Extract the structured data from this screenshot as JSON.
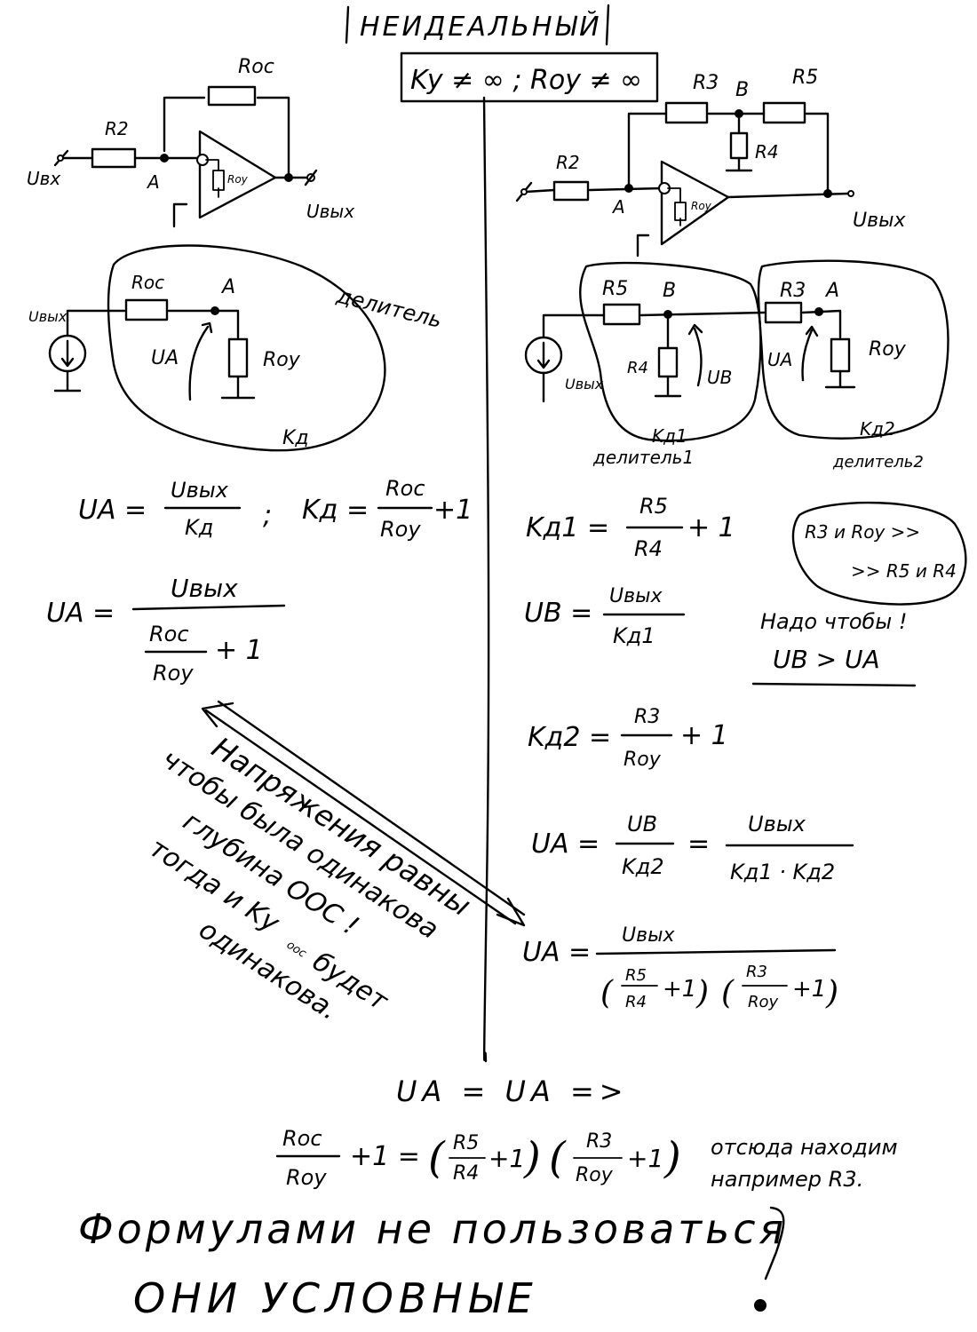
{
  "header": {
    "title": "НЕИДЕАЛЬНЫЙ",
    "condition": "Ky ≠ ∞ ; Roy ≠ ∞"
  },
  "left": {
    "circuit": {
      "roc": "Roc",
      "r2": "R2",
      "uvx": "Uвх",
      "node_a": "A",
      "roy": "Roy",
      "uvyx": "Uвых"
    },
    "divider": {
      "label": "делитель",
      "source": "Uвых",
      "roc": "Roc",
      "node_a": "A",
      "ua": "UA",
      "roy": "Roy",
      "kd": "Kд"
    },
    "formulas": {
      "f1_lhs": "UA =",
      "f1_num": "Uвых",
      "f1_den": "Kд",
      "f1_sep": ";",
      "f1_k": "Kд =",
      "f1_knum": "Roc",
      "f1_kden": "Roy",
      "f1_plus": "+1",
      "f2_lhs": "UA =",
      "f2_num": "Uвых",
      "f2_inner_num": "Roc",
      "f2_inner_den": "Roy",
      "f2_plus": "+ 1"
    },
    "note": [
      "Напряжения равны",
      "чтобы была одинакова",
      "глубина ООС !",
      "тогда и Kу",
      "ooc",
      "будет",
      "одинакова."
    ]
  },
  "right": {
    "circuit": {
      "r3": "R3",
      "b": "B",
      "r5": "R5",
      "r4": "R4",
      "r2": "R2",
      "node_a": "A",
      "roy": "Roy",
      "uvyx": "Uвых"
    },
    "divider": {
      "r5": "R5",
      "b": "B",
      "r3": "R3",
      "a": "A",
      "source": "Uвых",
      "r4": "R4",
      "ub": "UB",
      "ua": "UA",
      "roy": "Roy",
      "kd1": "Kд1",
      "kd2": "Kд2",
      "label1": "делитель1",
      "label2": "делитель2"
    },
    "condition_bubble": [
      "R3 и Roy >>",
      ">> R5 и R4"
    ],
    "need_note": [
      "Надо чтобы !",
      "UB > UA"
    ],
    "formulas": {
      "kd1_lhs": "Kд1 =",
      "kd1_num": "R5",
      "kd1_den": "R4",
      "kd1_plus": "+ 1",
      "ub_lhs": "UB =",
      "ub_num": "Uвых",
      "ub_den": "Kд1",
      "kd2_lhs": "Kд2 =",
      "kd2_num": "R3",
      "kd2_den": "Roy",
      "kd2_plus": "+ 1",
      "ua_lhs": "UA =",
      "ua_num1": "UB",
      "ua_den1": "Kд2",
      "ua_eq": "=",
      "ua_num2": "Uвых",
      "ua_den2": "Kд1 · Kд2",
      "ua2_lhs": "UA =",
      "ua2_num": "Uвых",
      "ua2_den_a": "R5",
      "ua2_den_b": "R4",
      "ua2_den_c": "R3",
      "ua2_den_d": "Roy"
    }
  },
  "bottom": {
    "eq_line": "UA = UA =>",
    "roc": "Roc",
    "roy": "Roy",
    "r5": "R5",
    "r4": "R4",
    "r3": "R3",
    "roy2": "Roy",
    "plus": "+1 =",
    "note1": "отсюда находим",
    "note2": "например R3.",
    "warning1": "Формулами не пользоваться",
    "warning2": "ОНИ УСЛОВНЫЕ"
  }
}
